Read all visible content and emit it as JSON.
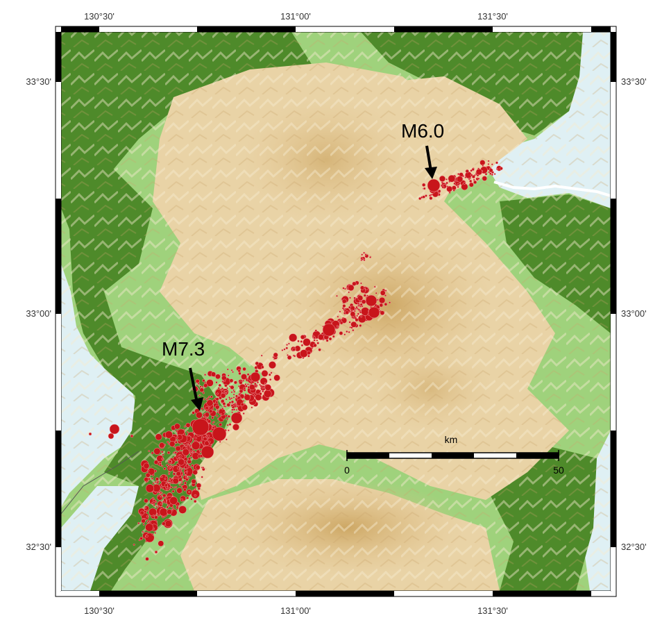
{
  "map": {
    "lon_ticks": [
      "130°30'",
      "131°00'",
      "131°30'"
    ],
    "lat_ticks": [
      "33°30'",
      "33°00'",
      "32°30'"
    ],
    "annotations": [
      {
        "label": "M6.0",
        "icon": "arrow-down-icon"
      },
      {
        "label": "M7.3",
        "icon": "arrow-down-icon"
      }
    ],
    "scale_bar": {
      "unit": "km",
      "start": "0",
      "end": "50"
    }
  },
  "colors": {
    "sea": "#dff0f4",
    "lowland": "#4e8a2a",
    "mid": "#9fd27c",
    "upland": "#e9d3a6",
    "highland": "#d9b878",
    "quake": "#c8151b"
  }
}
